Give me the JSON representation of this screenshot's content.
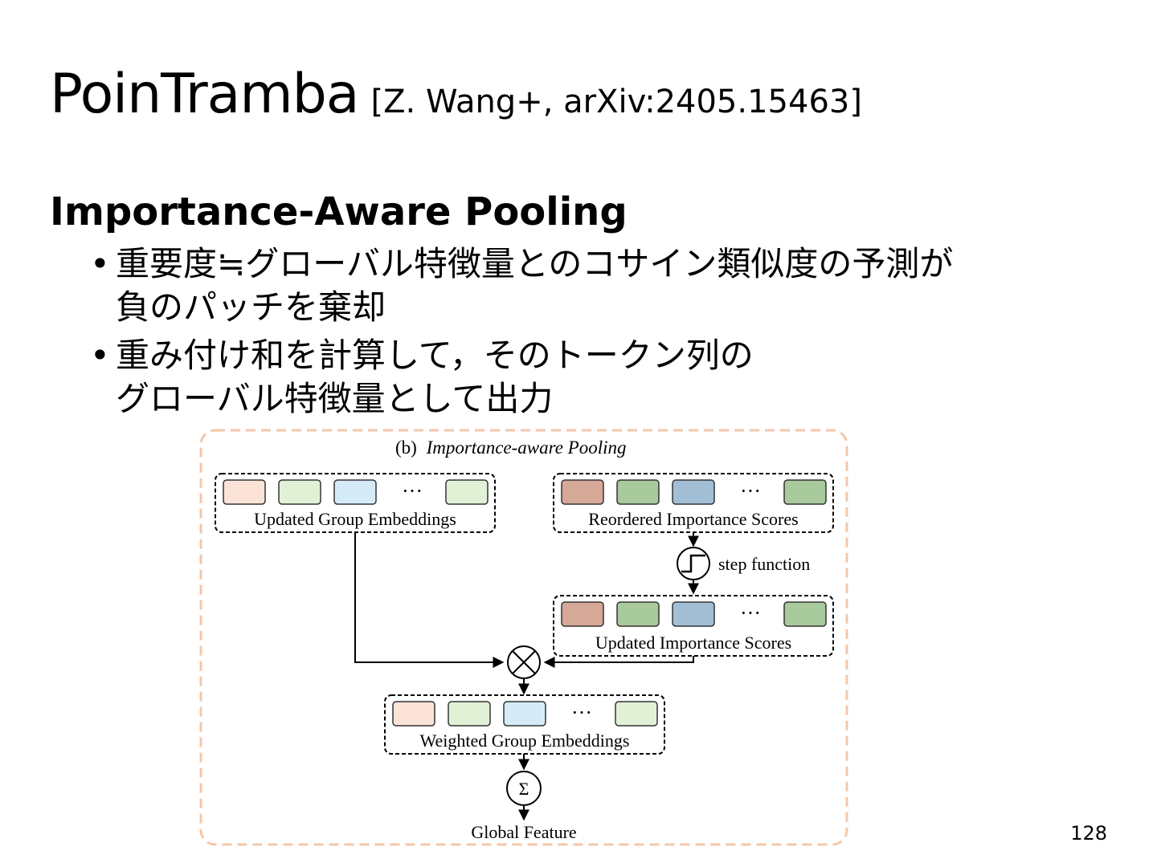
{
  "slide": {
    "title": "PoinTramba",
    "reference": "[Z. Wang+, arXiv:2405.15463]",
    "heading": "Importance-Aware Pooling",
    "bullets": [
      {
        "bullet": "•",
        "lines": [
          "重要度≒グローバル特徴量とのコサイン類似度の予測が",
          "負のパッチを棄却"
        ]
      },
      {
        "bullet": "•",
        "lines": [
          "重み付け和を計算して，そのトークン列の",
          "グローバル特徴量として出力"
        ]
      }
    ],
    "page_number": "128"
  },
  "figure": {
    "caption_prefix": "(b)",
    "caption_title": "Importance-aware Pooling",
    "labels": {
      "updated_group_embeddings": "Updated Group Embeddings",
      "reordered_importance_scores": "Reordered Importance Scores",
      "step_function": "step function",
      "updated_importance_scores": "Updated Importance Scores",
      "weighted_group_embeddings": "Weighted Group Embeddings",
      "global_feature": "Global Feature",
      "ellipsis": "···",
      "multiply_symbol": "⊗",
      "sum_symbol": "Σ"
    },
    "colors": {
      "outer_border": "#f4c7a8",
      "light_pink": "#fbe3d8",
      "light_green": "#e0f1d6",
      "light_blue": "#d6ebf8",
      "dark_pink": "#d6a898",
      "dark_green": "#a9ca9d",
      "dark_blue": "#a3bfd6"
    }
  }
}
